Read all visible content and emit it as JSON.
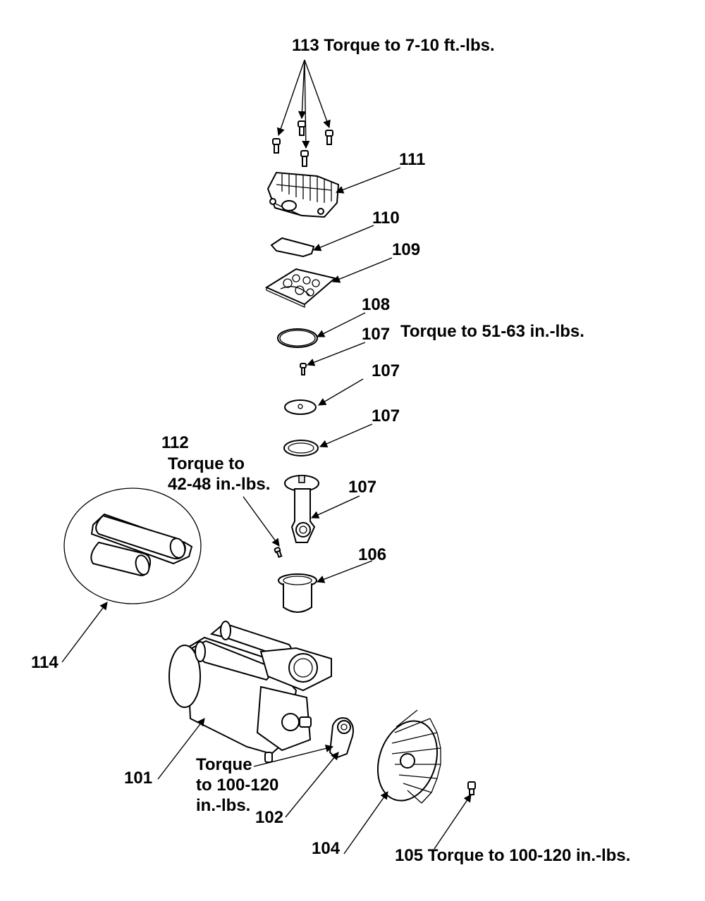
{
  "labels": {
    "l113": "113 Torque to 7-10 ft.-lbs.",
    "l111": "111",
    "l110": "110",
    "l109": "109",
    "l108": "108",
    "l107a": "107",
    "l107a_note": "Torque to 51-63 in.-lbs.",
    "l107b": "107",
    "l107c": "107",
    "l107d": "107",
    "l112": "112",
    "l112_note1": "Torque to",
    "l112_note2": "42-48 in.-lbs.",
    "l106": "106",
    "l114": "114",
    "l101": "101",
    "l102_note1": "Torque",
    "l102_note2": "to 100-120",
    "l102_note3": "in.-lbs.",
    "l102": "102",
    "l104": "104",
    "l105": "105 Torque to 100-120 in.-lbs."
  },
  "parts": [
    {
      "id": "113",
      "icon": "screw-icon",
      "count": 4
    },
    {
      "id": "111",
      "icon": "cylinder-head-icon"
    },
    {
      "id": "110",
      "icon": "gasket-icon"
    },
    {
      "id": "109",
      "icon": "valve-plate-icon"
    },
    {
      "id": "108",
      "icon": "o-ring-icon"
    },
    {
      "id": "107",
      "icon": "piston-assembly-icon"
    },
    {
      "id": "112",
      "icon": "screw-icon"
    },
    {
      "id": "106",
      "icon": "sleeve-icon"
    },
    {
      "id": "114",
      "icon": "capacitor-icon"
    },
    {
      "id": "101",
      "icon": "motor-icon"
    },
    {
      "id": "102",
      "icon": "eccentric-icon"
    },
    {
      "id": "104",
      "icon": "fan-icon"
    },
    {
      "id": "105",
      "icon": "bolt-icon"
    }
  ]
}
